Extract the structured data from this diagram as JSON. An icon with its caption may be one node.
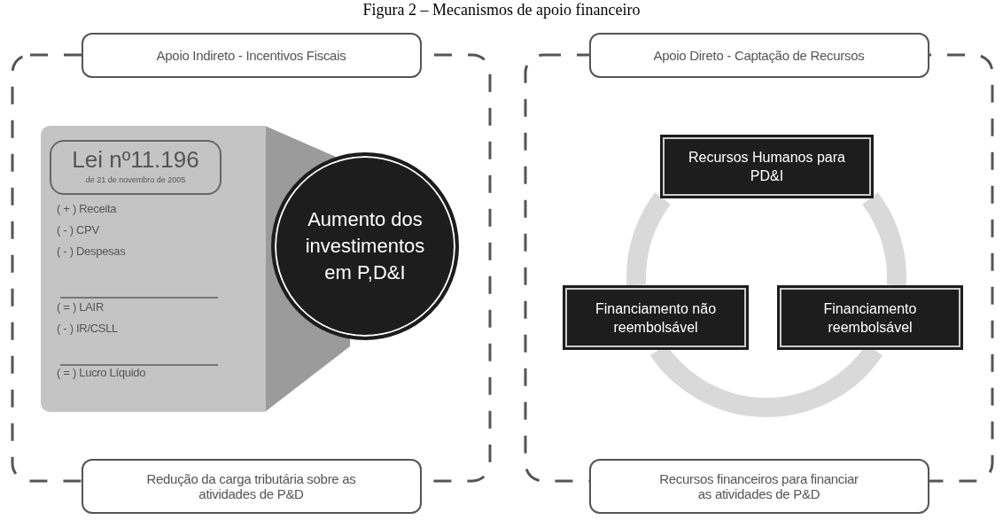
{
  "diagram": {
    "title": "Figura 2 – Mecanismos de apoio financeiro",
    "nodes": [
      {
        "text": [
          "Apoio Indireto - Incentivos Fiscais",
          "Redução da carga tributária sobre as atividades de P&D"
        ]
      },
      {
        "text": [
          "( + ) Receita",
          "( - ) CPV",
          "( - ) Despesas",
          "( = ) LAIR",
          "( - ) IR/CSLL",
          "( = ) Lucro Líquido"
        ],
        "in": 0
      },
      {
        "text": [
          "Lei nº11.196",
          "de 21 de novembro de 2005"
        ],
        "in": 1
      },
      {
        "text": [
          "Aumento dos investimentos em P,D&I"
        ],
        "in": 0
      },
      {
        "text": [
          "Apoio Direto - Captação de Recursos",
          "Recursos financeiros para financiar as atividades de P&D"
        ]
      },
      {
        "text": [
          "Recursos Humanos para PD&I"
        ],
        "in": 4
      },
      {
        "text": [
          "Financiamento não reembolsável"
        ],
        "in": 4
      },
      {
        "text": [
          "Financiamento reembolsável"
        ],
        "in": 4
      }
    ],
    "edges": [
      {
        "from": 5,
        "to": 6,
        "arrow": "none"
      },
      {
        "from": 6,
        "to": 7,
        "arrow": "none"
      },
      {
        "from": 7,
        "to": 5,
        "arrow": "none"
      }
    ]
  }
}
